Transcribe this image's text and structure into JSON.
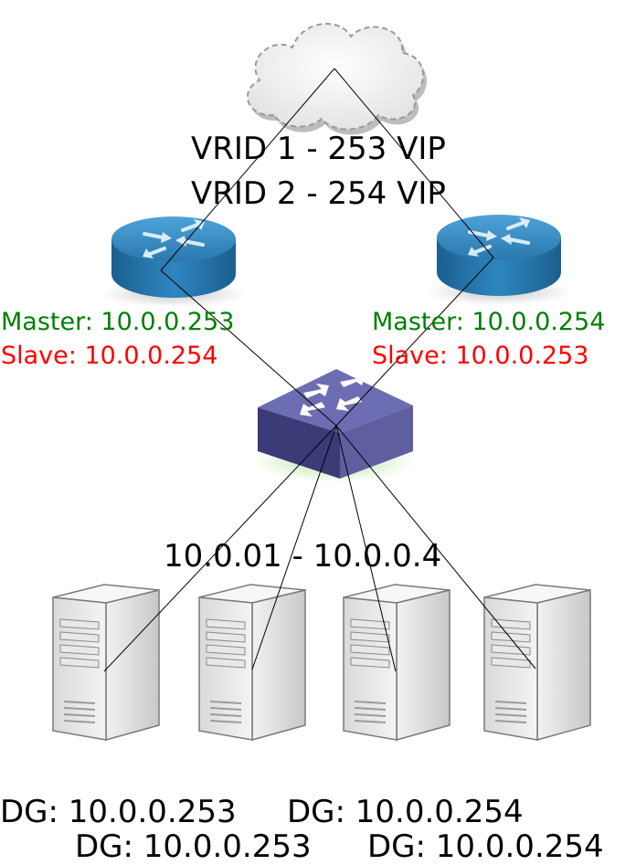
{
  "vrid_labels": {
    "line1": "VRID 1 - 253 VIP",
    "line2": "VRID 2 - 254 VIP"
  },
  "router_left": {
    "master": "Master: 10.0.0.253",
    "slave": "Slave: 10.0.0.254"
  },
  "router_right": {
    "master": "Master: 10.0.0.254",
    "slave": "Slave: 10.0.0.253"
  },
  "server_range": "10.0.01 - 10.0.0.4",
  "default_gateways": {
    "row1_left": "DG: 10.0.0.253",
    "row1_right": "DG: 10.0.0.254",
    "row2_left": "DG: 10.0.0.253",
    "row2_right": "DG: 10.0.0.254"
  },
  "colors": {
    "master": "#008000",
    "slave": "#ff0000",
    "router": "#2e7fb0",
    "switch": "#5a5a9a",
    "cloud": "#eeeeee"
  },
  "icons": [
    "cloud-icon",
    "router-icon",
    "switch-icon",
    "server-icon"
  ]
}
